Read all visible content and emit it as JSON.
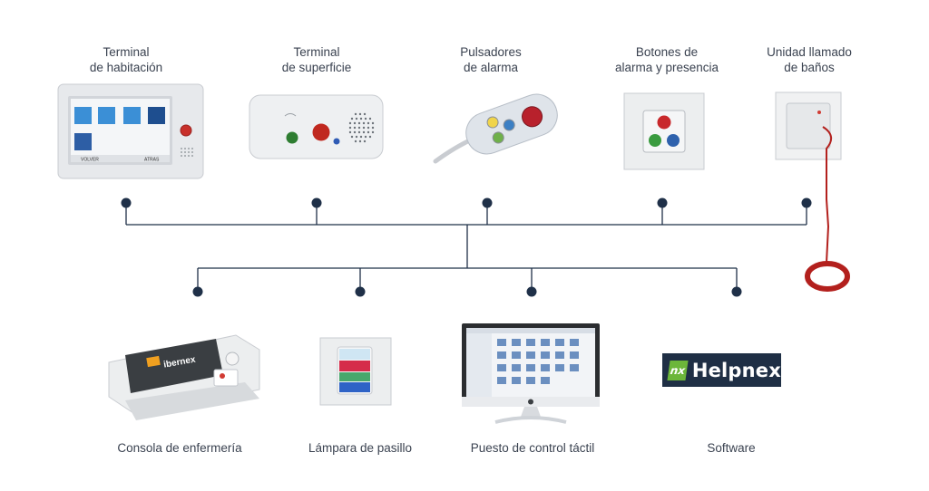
{
  "top_devices": [
    {
      "line1": "Terminal",
      "line2": "de habitación"
    },
    {
      "line1": "Terminal",
      "line2": "de superficie"
    },
    {
      "line1": "Pulsadores",
      "line2": "de alarma"
    },
    {
      "line1": "Botones de",
      "line2": "alarma y presencia"
    },
    {
      "line1": "Unidad llamado",
      "line2": "de baños"
    }
  ],
  "bottom_devices": [
    {
      "label": "Consola de enfermería"
    },
    {
      "label": "Lámpara de pasillo"
    },
    {
      "label": "Puesto de control táctil"
    },
    {
      "label": "Software"
    }
  ],
  "screen_texts": {
    "volver": "VOLVER",
    "atras": "ATRAS",
    "console_brand": "ibernex",
    "helpnex_badge": "nx",
    "helpnex_text": "Helpnex"
  },
  "colors": {
    "line": "#1f3048",
    "node": "#1f3048",
    "helpnex_bg": "#1f2f45",
    "helpnex_green": "#6cb63a"
  }
}
